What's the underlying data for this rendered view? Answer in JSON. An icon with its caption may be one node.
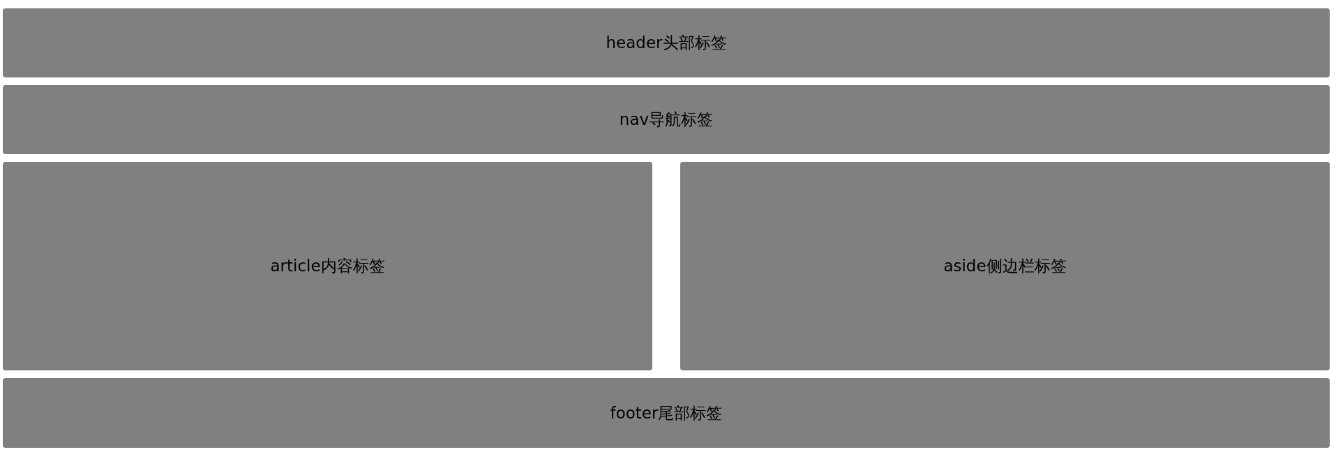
{
  "diagram": {
    "nodes": [
      {
        "text": [
          "header头部标签"
        ]
      },
      {
        "text": [
          "nav导航标签"
        ]
      },
      {
        "text": [
          "article内容标签"
        ]
      },
      {
        "text": [
          "aside侧边栏标签"
        ]
      },
      {
        "text": [
          "footer尾部标签"
        ]
      }
    ]
  }
}
